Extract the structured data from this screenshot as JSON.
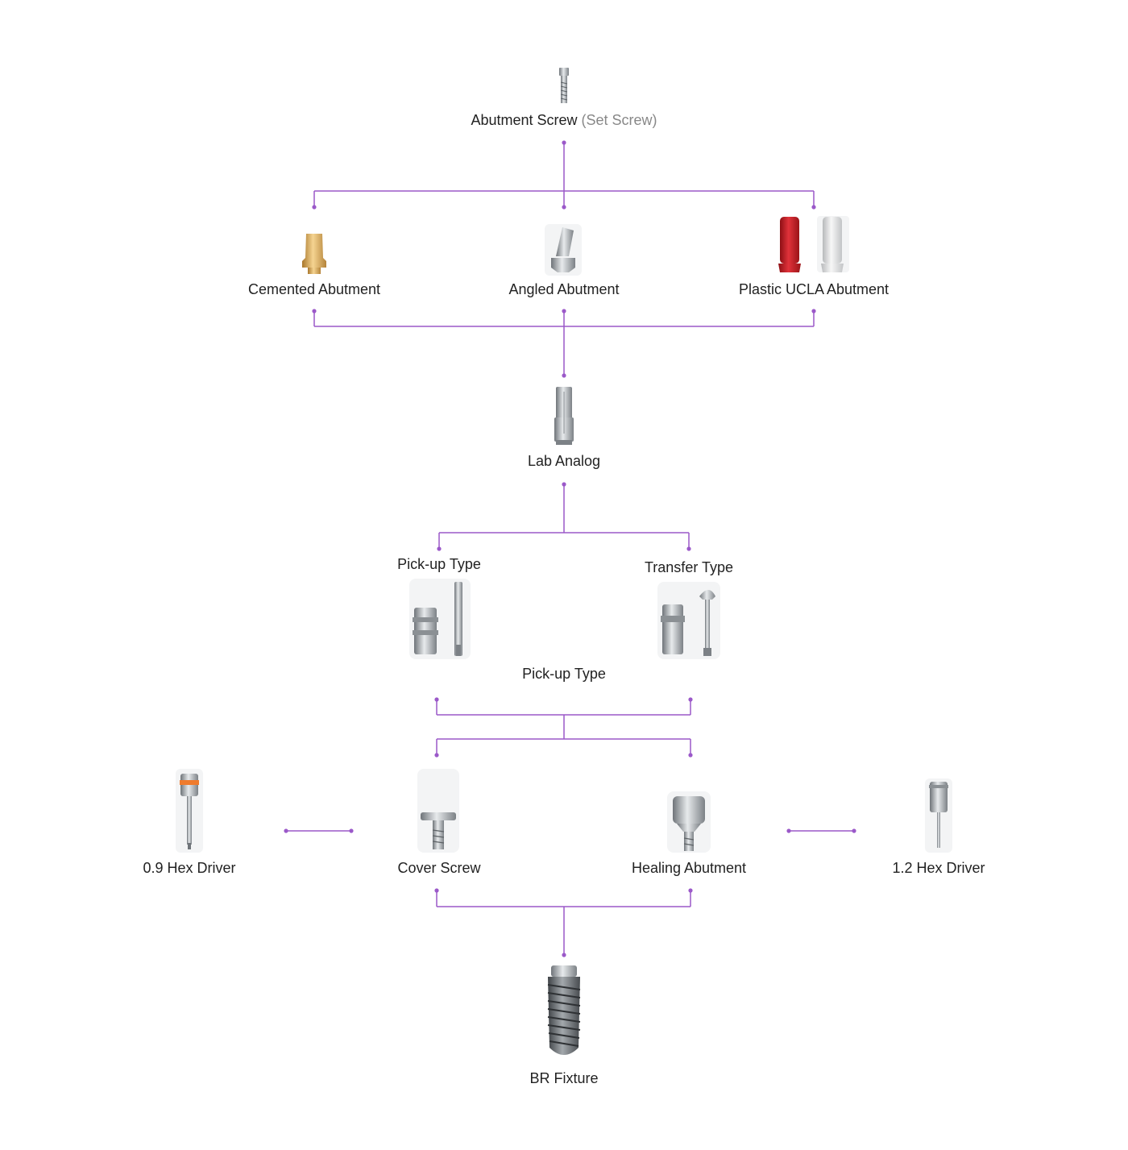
{
  "colors": {
    "connector": "#9B59C9",
    "text": "#222222",
    "muted": "#888888"
  },
  "nodes": {
    "abutment_screw": {
      "label": "Abutment Screw",
      "sub": "(Set Screw)",
      "icon": "abutment-screw-icon"
    },
    "cemented_abutment": {
      "label": "Cemented Abutment",
      "icon": "cemented-abutment-icon"
    },
    "angled_abutment": {
      "label": "Angled Abutment",
      "icon": "angled-abutment-icon"
    },
    "plastic_ucla": {
      "label": "Plastic UCLA Abutment",
      "icon": "plastic-ucla-abutment-icon"
    },
    "lab_analog": {
      "label": "Lab Analog",
      "icon": "lab-analog-icon"
    },
    "pickup_type": {
      "label": "Pick-up Type",
      "icon": "pickup-coping-icon"
    },
    "transfer_type": {
      "label": "Transfer Type",
      "icon": "transfer-coping-icon"
    },
    "pickup_type_caption": {
      "label": "Pick-up Type"
    },
    "hex_driver_09": {
      "label": "0.9 Hex Driver",
      "icon": "hex-driver-icon"
    },
    "cover_screw": {
      "label": "Cover Screw",
      "icon": "cover-screw-icon"
    },
    "healing_abutment": {
      "label": "Healing Abutment",
      "icon": "healing-abutment-icon"
    },
    "hex_driver_12": {
      "label": "1.2 Hex Driver",
      "icon": "hex-driver-icon"
    },
    "br_fixture": {
      "label": "BR Fixture",
      "icon": "implant-fixture-icon"
    }
  }
}
